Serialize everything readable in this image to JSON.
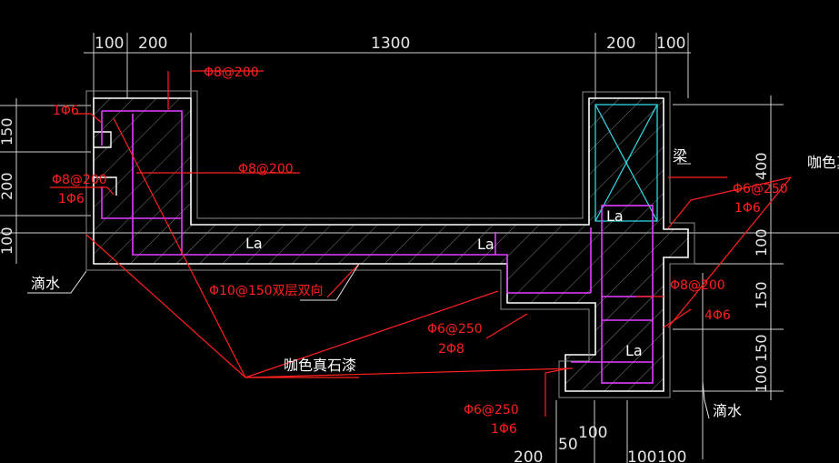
{
  "colors": {
    "background": "#000000",
    "dimension": "#e6e6e6",
    "rebar_text": "#ff2020",
    "leader": "#ff2020",
    "stirrup": "#e040ff",
    "concrete_outline": "#ffffff",
    "beam_outline": "#2fd3e0"
  },
  "dimensions": {
    "top": [
      "100",
      "200",
      "1300",
      "200",
      "100"
    ],
    "left": [
      "150",
      "200",
      "100"
    ],
    "right": [
      "400",
      "100",
      "150",
      "150",
      "100"
    ],
    "bottom": [
      "50",
      "100",
      "200",
      "100",
      "100"
    ]
  },
  "rebar_labels": {
    "top_bar": "Φ8@200",
    "left_corner": "1Φ6",
    "left_mid": "Φ8@200",
    "left_mid_count": "1Φ6",
    "wall_inner": "Φ8@200",
    "slab": "Φ10@150双层双向",
    "right_top": "Φ6@250",
    "right_top_count": "1Φ6",
    "right_stirrup": "Φ8@200",
    "right_count": "4Φ6",
    "mid_dist": "Φ6@250",
    "mid_count": "2Φ8",
    "bottom_dist": "Φ6@250",
    "bottom_count": "1Φ6"
  },
  "annotations": {
    "drip_left": "滴水",
    "drip_right": "滴水",
    "coating": "咖色真石漆",
    "coating_right": "咖色真",
    "beam": "梁",
    "anchor": "La"
  }
}
